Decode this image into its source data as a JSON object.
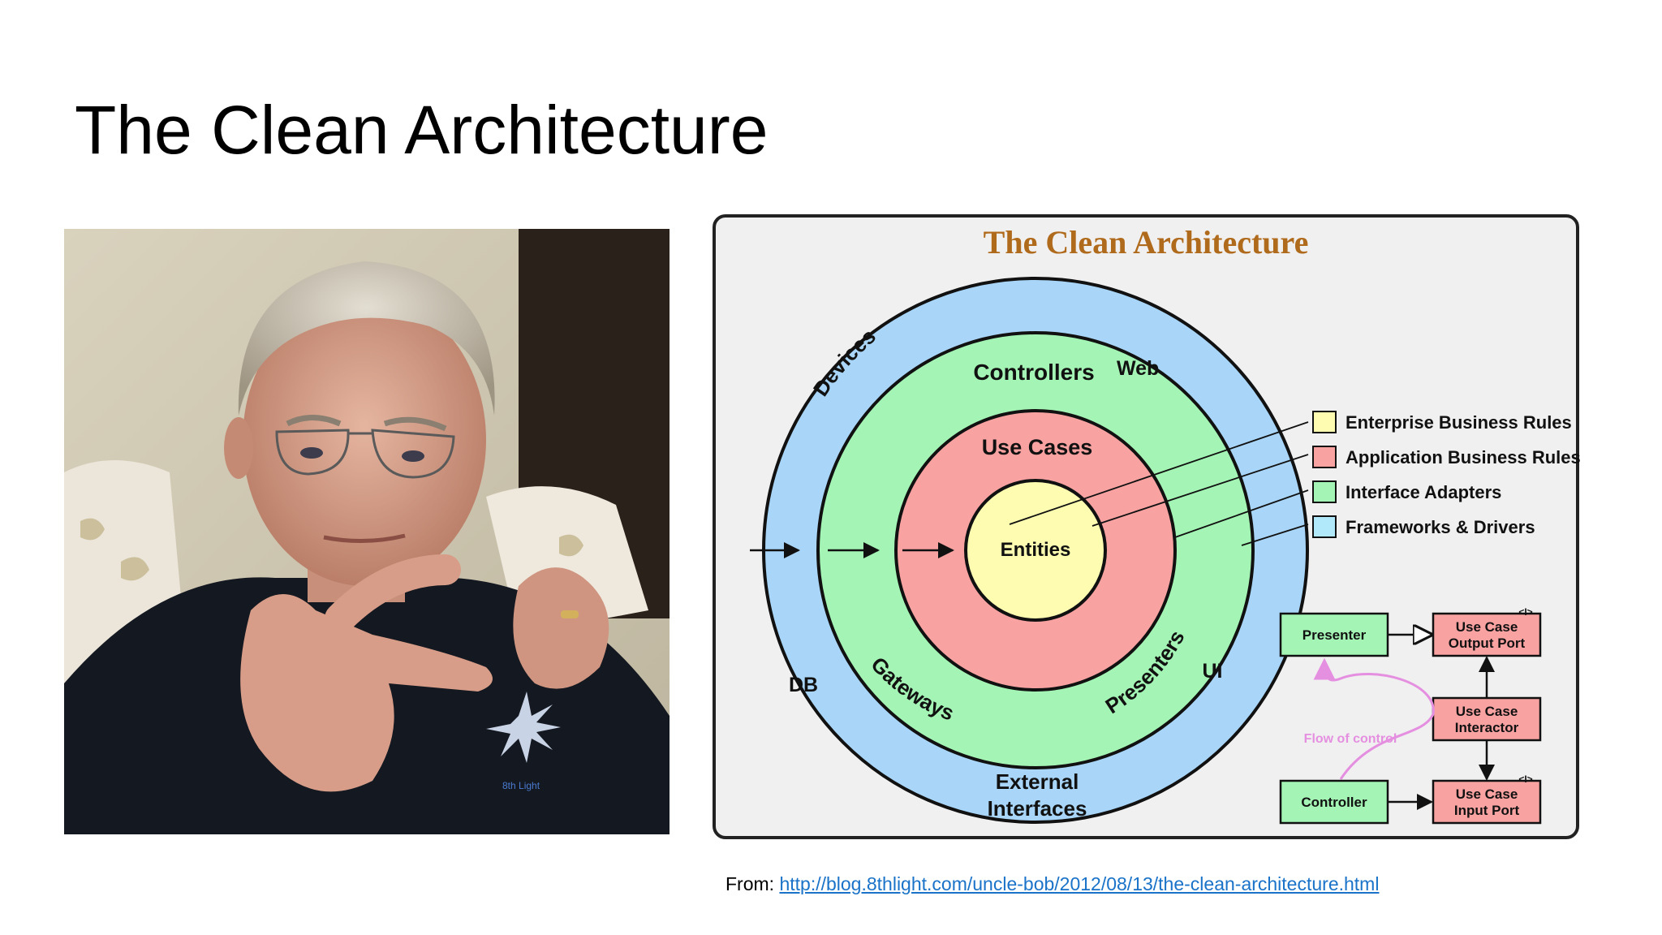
{
  "slide": {
    "title": "The Clean Architecture",
    "source_prefix": "From: ",
    "source_link": "http://blog.8thlight.com/uncle-bob/2012/08/13/the-clean-architecture.html"
  },
  "diagram": {
    "title": "The Clean Architecture",
    "rings": {
      "entities": "Entities",
      "use_cases": "Use Cases",
      "controllers": "Controllers",
      "gateways": "Gateways",
      "presenters": "Presenters",
      "devices": "Devices",
      "web": "Web",
      "db": "DB",
      "ui": "UI",
      "external_1": "External",
      "external_2": "Interfaces"
    },
    "legend": [
      {
        "label": "Enterprise Business Rules",
        "color": "#fdfcb0"
      },
      {
        "label": "Application Business Rules",
        "color": "#f9a2a2"
      },
      {
        "label": "Interface Adapters",
        "color": "#a4f5b5"
      },
      {
        "label": "Frameworks & Drivers",
        "color": "#b1e8fa"
      }
    ],
    "flow": {
      "presenter": "Presenter",
      "controller": "Controller",
      "output_port_1": "Use Case",
      "output_port_2": "Output Port",
      "interactor_1": "Use Case",
      "interactor_2": "Interactor",
      "input_port_1": "Use Case",
      "input_port_2": "Input Port",
      "interface_mark": "<I>",
      "flow_of_control": "Flow of control"
    },
    "colors": {
      "outer": "#a9d6f8",
      "green": "#a4f5b5",
      "red": "#f9a2a2",
      "yellow": "#fdfcb0",
      "title": "#b06a1c",
      "flow": "#e58fe0",
      "panel": "#f0f0f0"
    }
  },
  "photo": {
    "logo_text": "8th Light"
  }
}
